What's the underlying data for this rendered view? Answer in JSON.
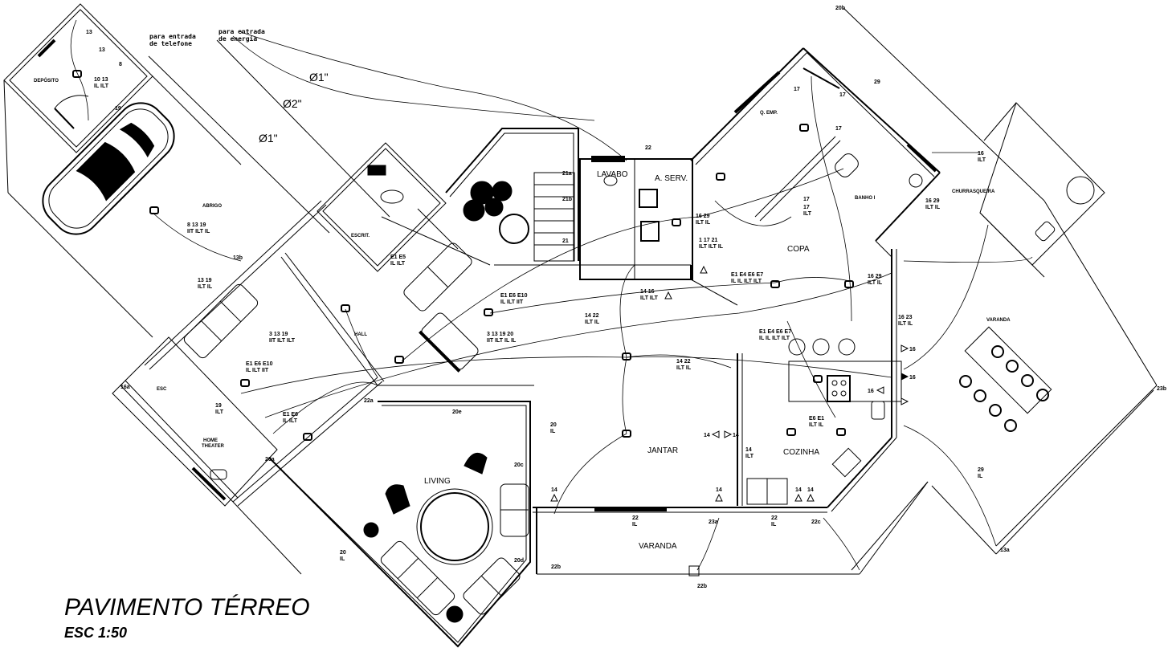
{
  "drawing": {
    "title": "PAVIMENTO TÉRREO",
    "scale": "ESC 1:50"
  },
  "notes": {
    "phone_entry": [
      "para entrada",
      "de telefone"
    ],
    "power_entry": [
      "para entrada",
      "de energia"
    ],
    "conduits": [
      "Ø1\"",
      "Ø2\"",
      "Ø1\""
    ]
  },
  "rooms": {
    "garage": "ABRIGO",
    "depot": "DEPÓSITO",
    "office": "ESCRIT.",
    "hall": "HALL",
    "home_theater": [
      "HOME",
      "THEATER"
    ],
    "living": "LIVING",
    "dining": "JANTAR",
    "kitchen": "COZINHA",
    "pantry": "COPA",
    "laundry": "A. SERV.",
    "lavabo": "LAVABO",
    "maid_room": "Q. EMP.",
    "bath": "BANHO I",
    "barbecue": "CHURRASQUEIRA",
    "porch_front": "VARANDA",
    "porch_side": "VARANDA",
    "closet": "ESC"
  },
  "circuit_labels": {
    "c1": [
      "E1 E6 E10",
      "IL ILT IIT"
    ],
    "c2": [
      "3 13 19",
      "IIT ILT ILT"
    ],
    "c3": [
      "3 13 19 20",
      "IIT ILT IL IL"
    ],
    "c4": [
      "E1 E6 E10",
      "IL ILT IIT"
    ],
    "c5": [
      "14 22",
      "ILT IL"
    ],
    "c6": [
      "14 22",
      "ILT IL"
    ],
    "c7": [
      "14 16",
      "ILT ILT"
    ],
    "c8": [
      "16 29",
      "ILT IL"
    ],
    "c9": [
      "1 17 21",
      "ILT ILT IL"
    ],
    "c10": [
      "E1 E4 E6 E7",
      "IL IL ILT ILT"
    ],
    "c11": [
      "16 29",
      "ILT IL"
    ],
    "c12": [
      "16 23",
      "ILT IL"
    ],
    "c13": [
      "E1 E4 E6 E7",
      "IL IL ILT ILT"
    ],
    "c14": [
      "E6 E1",
      "ILT IL"
    ],
    "c15": [
      "22",
      "IL"
    ],
    "c16": [
      "22",
      "IL"
    ],
    "c17": [
      "20",
      "IL"
    ],
    "c18": [
      "29",
      "IL"
    ],
    "c19": [
      "16",
      "ILT"
    ],
    "c20": [
      "E1 E6",
      "IL ILT"
    ],
    "c21": [
      "10 13",
      "IL ILT"
    ],
    "c22": [
      "8 13 19",
      "IIT ILT IL"
    ],
    "c23": [
      "13 19",
      "ILT IL"
    ],
    "c24": [
      "E1 E5",
      "IL ILT"
    ],
    "c25": [
      "14",
      "ILT"
    ],
    "c26": [
      "20",
      "IL"
    ],
    "c27": [
      "16 29",
      "ILT IL"
    ],
    "c28": [
      "19",
      "ILT"
    ],
    "c29": [
      "17",
      "ILT"
    ]
  },
  "point_tags": [
    "13",
    "13",
    "8",
    "19",
    "20a",
    "22b",
    "14",
    "14",
    "14",
    "14",
    "14",
    "14",
    "16",
    "16",
    "16",
    "17",
    "17",
    "17",
    "17",
    "21",
    "21a",
    "21b",
    "22",
    "29",
    "20b",
    "20c",
    "20d",
    "20e",
    "22a",
    "22b",
    "22c",
    "23a",
    "23b",
    "13a",
    "13b",
    "16a"
  ]
}
